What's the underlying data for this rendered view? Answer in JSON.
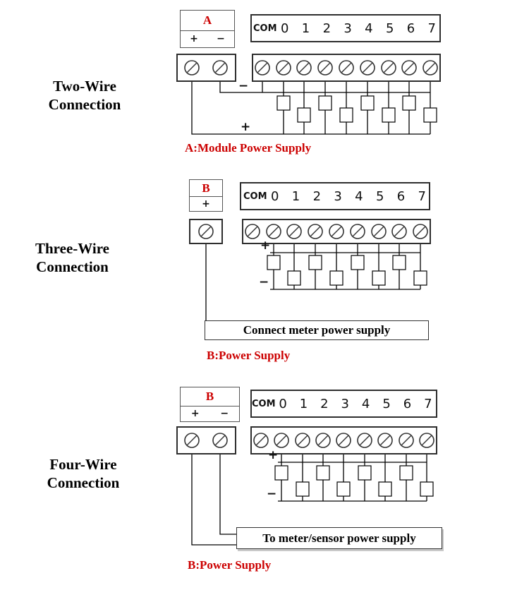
{
  "colors": {
    "accent_red": "#cc0000",
    "wire": "#000000"
  },
  "icons": {
    "screw_terminal": "⊘"
  },
  "sections": [
    {
      "side_label": [
        "Two-Wire",
        "Connection"
      ],
      "power_label": "A",
      "power_plus": "+",
      "power_minus": "−",
      "com_labels": [
        "COM",
        "0",
        "1",
        "2",
        "3",
        "4",
        "5",
        "6",
        "7"
      ],
      "bus_top": "−",
      "bus_bottom": "+",
      "caption": "A:Module Power Supply"
    },
    {
      "side_label": [
        "Three-Wire",
        "Connection"
      ],
      "power_label": "B",
      "power_plus": "+",
      "com_labels": [
        "COM",
        "0",
        "1",
        "2",
        "3",
        "4",
        "5",
        "6",
        "7"
      ],
      "bus_top": "+",
      "bus_bottom": "−",
      "supply_box": "Connect meter power supply",
      "caption": "B:Power Supply"
    },
    {
      "side_label": [
        "Four-Wire",
        "Connection"
      ],
      "power_label": "B",
      "power_plus": "+",
      "power_minus": "−",
      "com_labels": [
        "COM",
        "0",
        "1",
        "2",
        "3",
        "4",
        "5",
        "6",
        "7"
      ],
      "bus_top": "+",
      "bus_bottom": "−",
      "supply_box": "To meter/sensor power supply",
      "caption": "B:Power Supply"
    }
  ]
}
